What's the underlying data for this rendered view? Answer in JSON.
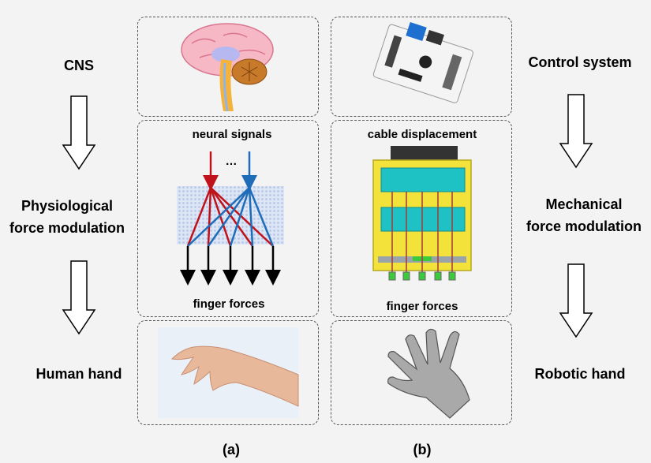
{
  "left": {
    "cns": "CNS",
    "physio_line1": "Physiological",
    "physio_line2": "force modulation",
    "human_hand": "Human hand"
  },
  "right": {
    "control": "Control system",
    "mech_line1": "Mechanical",
    "mech_line2": "force modulation",
    "robotic_hand": "Robotic hand"
  },
  "panel_a": {
    "neural_signals": "neural signals",
    "dots": "…",
    "finger_forces": "finger forces",
    "caption": "(a)"
  },
  "panel_b": {
    "cable_displacement": "cable displacement",
    "finger_forces": "finger forces",
    "caption": "(b)"
  },
  "colors": {
    "red_signal": "#c0121a",
    "blue_signal": "#1f6db8",
    "yellow_frame": "#f2e23a",
    "teal_block": "#1ec2c4"
  }
}
